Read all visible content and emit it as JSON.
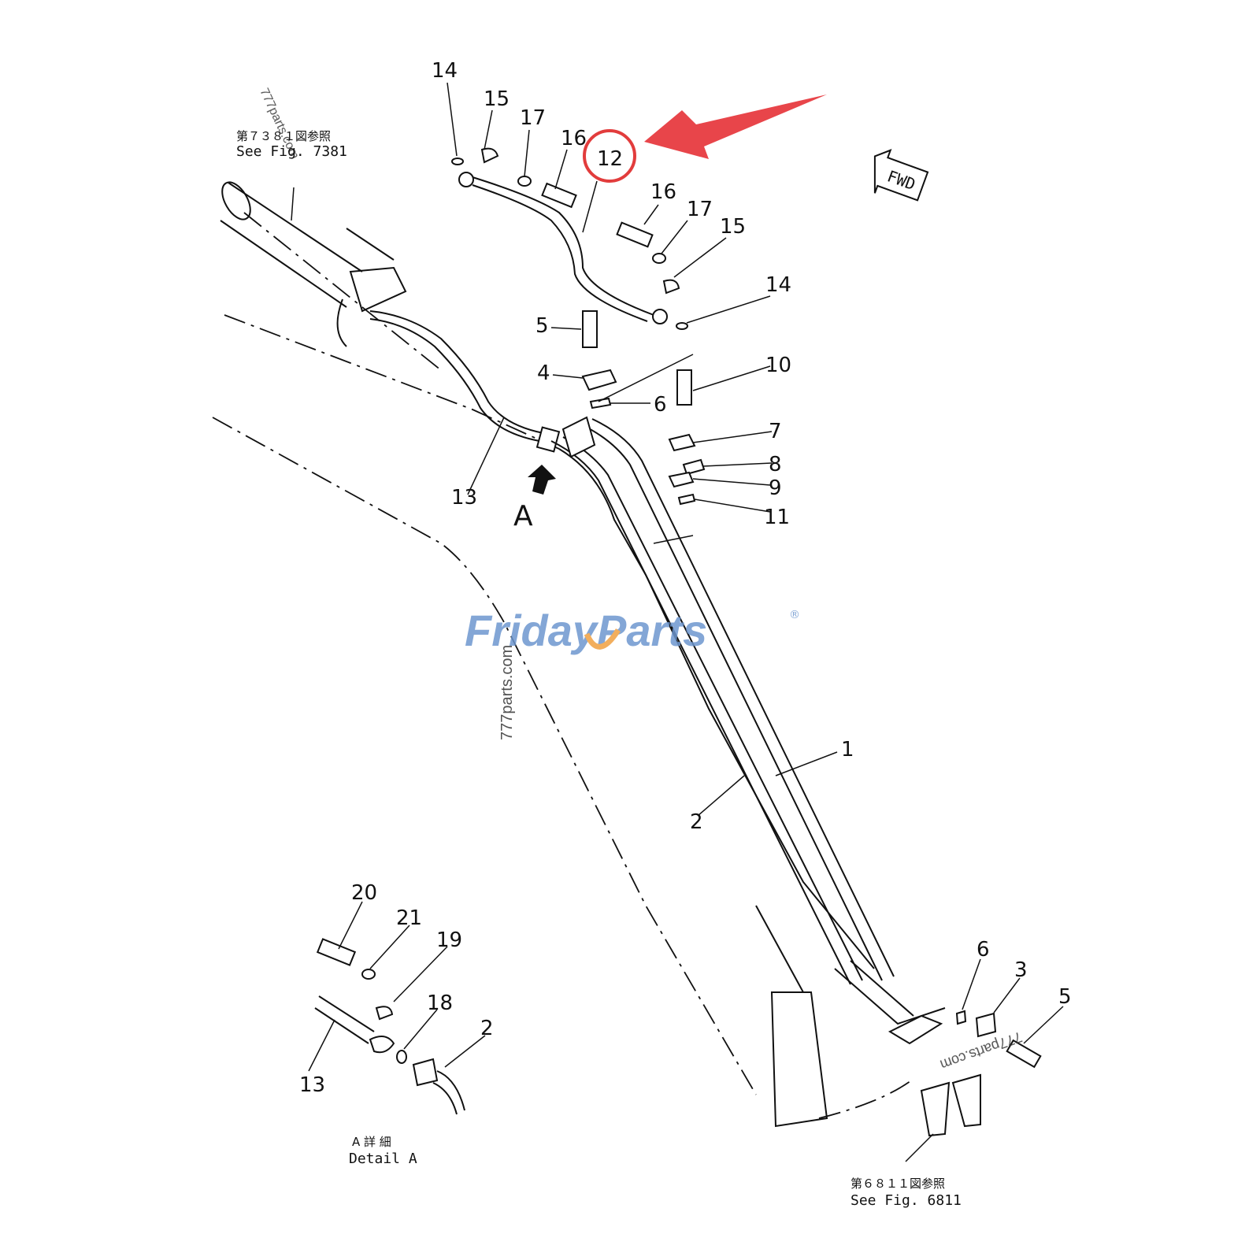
{
  "callouts": {
    "c14a": "14",
    "c15a": "15",
    "c17a": "17",
    "c16a": "16",
    "c12": "12",
    "c16b": "16",
    "c17b": "17",
    "c15b": "15",
    "c14b": "14",
    "c5a": "5",
    "c4": "4",
    "c6a": "6",
    "c10": "10",
    "c7": "7",
    "c8": "8",
    "c9": "9",
    "c11": "11",
    "c13a": "13",
    "c1": "1",
    "c2a": "2",
    "c20": "20",
    "c21": "21",
    "c19": "19",
    "c18": "18",
    "c2b": "2",
    "c13b": "13",
    "c6b": "6",
    "c3": "3",
    "c5b": "5"
  },
  "refs": {
    "fig7381_jp": "第７３８１図参照",
    "fig7381_en": "See Fig. 7381",
    "fig6811_jp": "第６８１１図参照",
    "fig6811_en": "See Fig. 6811",
    "detailA_jp": "A 詳 細",
    "detailA_en": "Detail A",
    "view_A": "A",
    "fwd": "FWD"
  },
  "watermark": {
    "brand": "FridayParts",
    "reg": "®",
    "site_main": "777parts.com",
    "site_rot1": "777parts.com",
    "site_rot2": "777parts.com"
  },
  "colors": {
    "highlight": "#e23c3c",
    "brand_blue": "#6d97cf",
    "brand_orange": "#f0a040"
  }
}
